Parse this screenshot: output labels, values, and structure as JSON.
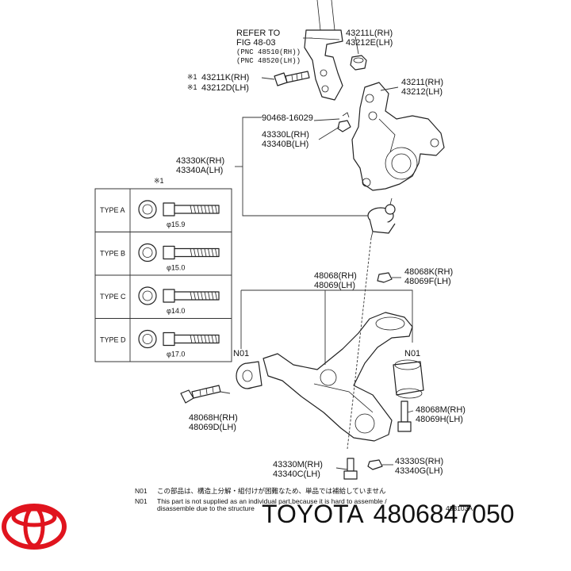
{
  "refer": {
    "line1": "REFER TO",
    "line2": "FIG 48-03",
    "line3": "(PNC 48510(RH))",
    "line4": "(PNC 48520(LH))"
  },
  "labels": {
    "l43211L": "43211L(RH)",
    "l43212E": "43212E(LH)",
    "l43211K": "43211K(RH)",
    "l43212D": "43212D(LH)",
    "mark1": "※1",
    "mark2": "※1",
    "l43211": "43211(RH)",
    "l43212": "43212(LH)",
    "l90468": "90468-16029",
    "l43330L": "43330L(RH)",
    "l43340B": "43340B(LH)",
    "l43330K": "43330K(RH)",
    "l43340A": "43340A(LH)",
    "mark3": "※1",
    "l48068": "48068(RH)",
    "l48069": "48069(LH)",
    "l48068K": "48068K(RH)",
    "l48069F": "48069F(LH)",
    "n01a": "N01",
    "n01b": "N01",
    "l48068H": "48068H(RH)",
    "l48069D": "48069D(LH)",
    "l48068M": "48068M(RH)",
    "l48069H": "48069H(LH)",
    "l43330M": "43330M(RH)",
    "l43340C": "43340C(LH)",
    "l43330S": "43330S(RH)",
    "l43340G": "43340G(LH)"
  },
  "types": [
    {
      "name": "TYPE A",
      "dia": "φ15.9"
    },
    {
      "name": "TYPE B",
      "dia": "φ15.0"
    },
    {
      "name": "TYPE C",
      "dia": "φ14.0"
    },
    {
      "name": "TYPE D",
      "dia": "φ17.0"
    }
  ],
  "notes": {
    "n1_code": "N01",
    "n1_text": "この部品は、構造上分解・組付けが困難なため、単品では補給していません",
    "n2_code": "N01",
    "n2_text1": "This part is not supplied as an individual part,because it is hard to assemble /",
    "n2_text2": "disassemble due to the structure",
    "fig_id": "483103A"
  },
  "brand": {
    "name": "TOYOTA",
    "part_number": "4806847050",
    "logo_color": "#e0141e"
  }
}
